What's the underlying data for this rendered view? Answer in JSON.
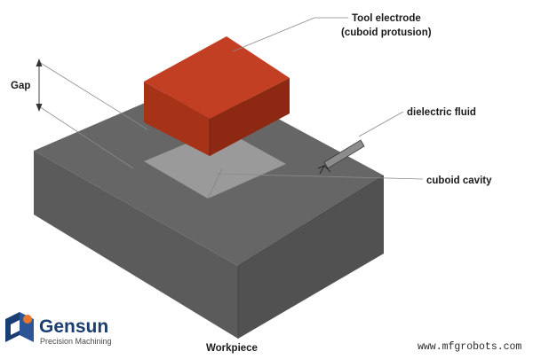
{
  "labels": {
    "tool_electrode_line1": "Tool electrode",
    "tool_electrode_line2": "(cuboid protusion)",
    "dielectric_fluid": "dielectric fluid",
    "cuboid_cavity": "cuboid cavity",
    "gap": "Gap",
    "workpiece": "Workpiece"
  },
  "brand": {
    "name": "Gensun",
    "tagline": "Precision Machining",
    "colors": {
      "navy": "#1b3e72",
      "orange": "#e8772e"
    }
  },
  "watermark": "www.mfgrobots.com",
  "colors": {
    "workpiece_top": "#666666",
    "workpiece_left": "#5b5b5b",
    "workpiece_right": "#515151",
    "cavity": "#9a9a9a",
    "electrode_top": "#c23f24",
    "electrode_left": "#a63218",
    "electrode_right": "#8d2812"
  }
}
